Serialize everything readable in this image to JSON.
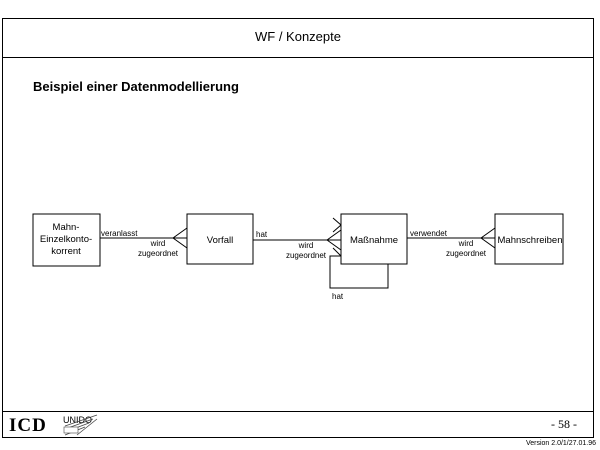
{
  "header": {
    "title": "WF / Konzepte"
  },
  "subtitle": "Beispiel einer Datenmodellierung",
  "entities": {
    "mahn": [
      "Mahn-",
      "Einzelkonto-",
      "korrent"
    ],
    "vorfall": "Vorfall",
    "massnahme": "Maßnahme",
    "mahnschreiben": "Mahnschreiben"
  },
  "relations": {
    "mahn_vorfall": {
      "forward": "veranlasst",
      "reverse": [
        "wird",
        "zugeordnet"
      ]
    },
    "vorfall_massnahme": {
      "forward": "hat",
      "reverse": [
        "wird",
        "zugeordnet"
      ]
    },
    "massnahme_self": {
      "label": "hat"
    },
    "massnahme_mahnschreiben": {
      "forward": "verwendet",
      "reverse": [
        "wird",
        "zugeordnet"
      ]
    }
  },
  "footer": {
    "logo_icd": "ICD",
    "logo_unido": "UNIDO",
    "page_number": "- 58 -",
    "version": "Version 2.0/1/27.01.96"
  }
}
